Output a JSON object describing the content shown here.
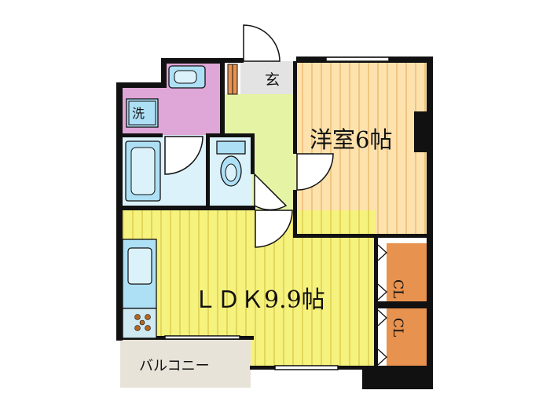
{
  "rooms": {
    "western_room": {
      "label": "洋室6帖"
    },
    "ldk": {
      "label": "ＬＤＫ9.9帖"
    },
    "entrance": {
      "label": "玄"
    },
    "washer": {
      "label": "洗"
    },
    "closet_upper": {
      "label": "CL"
    },
    "closet_lower": {
      "label": "CL"
    },
    "balcony": {
      "label": "バルコニー"
    }
  },
  "colors": {
    "ldk_fill": "#f6f27e",
    "ldk_stripe": "#e2d75c",
    "western_fill": "#fde2ad",
    "western_stripe": "#f2c580",
    "closet_fill": "#e8924f",
    "washroom_fill": "#dfa6d8",
    "bath_fill": "#dcf2fb",
    "fixture_fill": "#aee0f5",
    "hall_fill": "#e5f3a5",
    "entrance_fill": "#e3e3e3",
    "balcony_fill": "#e8e3d9",
    "wall": "#111111"
  },
  "icons": [
    "door-swing-icon",
    "washbasin-icon",
    "washer-icon",
    "bathtub-icon",
    "toilet-icon",
    "kitchen-sink-icon",
    "stove-icon",
    "shoe-rack-icon"
  ]
}
